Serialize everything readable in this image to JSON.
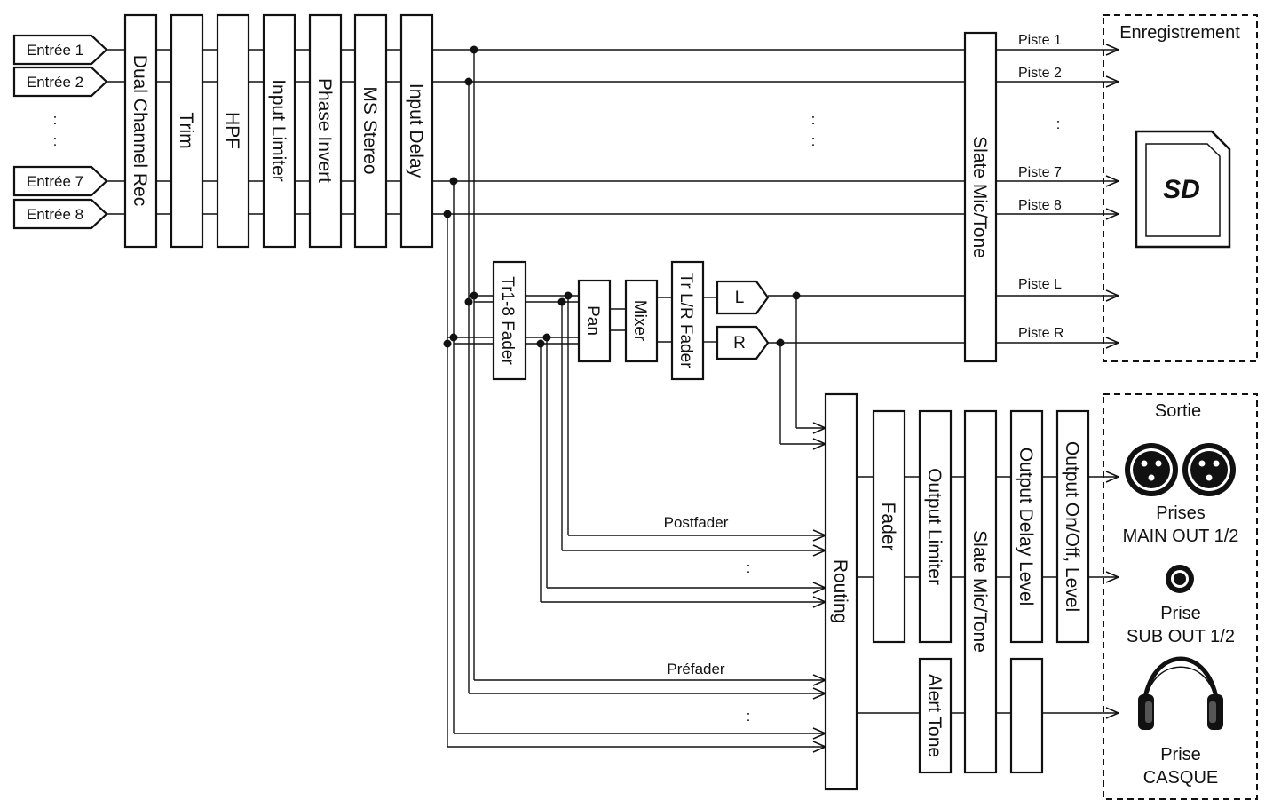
{
  "inputs": [
    "Entrée 1",
    "Entrée 2",
    "Entrée 7",
    "Entrée 8"
  ],
  "input_processing": [
    "Dual Channel Rec",
    "Trim",
    "HPF",
    "Input Limiter",
    "Phase Invert",
    "MS Stereo",
    "Input Delay"
  ],
  "mix_blocks": {
    "fader": "Tr1-8 Fader",
    "pan": "Pan",
    "mixer": "Mixer",
    "lr_fader": "Tr L/R Fader",
    "l": "L",
    "r": "R"
  },
  "slate_record": "Slate Mic/Tone",
  "tracks": [
    "Piste 1",
    "Piste 2",
    "Piste 7",
    "Piste 8",
    "Piste L",
    "Piste R"
  ],
  "recording": {
    "title": "Enregistrement",
    "sd_label": "SD"
  },
  "routing": {
    "label": "Routing",
    "postfader": "Postfader",
    "prefader": "Préfader"
  },
  "output_processing": {
    "fader": "Fader",
    "output_limiter": "Output Limiter",
    "slate": "Slate Mic/Tone",
    "output_delay_level": "Output Delay Level",
    "output_onoff_level": "Output On/Off, Level",
    "alert_tone": "Alert Tone"
  },
  "output": {
    "title": "Sortie",
    "main_line1": "Prises",
    "main_line2": "MAIN OUT 1/2",
    "sub_line1": "Prise",
    "sub_line2": "SUB OUT 1/2",
    "hp_line1": "Prise",
    "hp_line2": "CASQUE"
  },
  "ellipsis": ":"
}
